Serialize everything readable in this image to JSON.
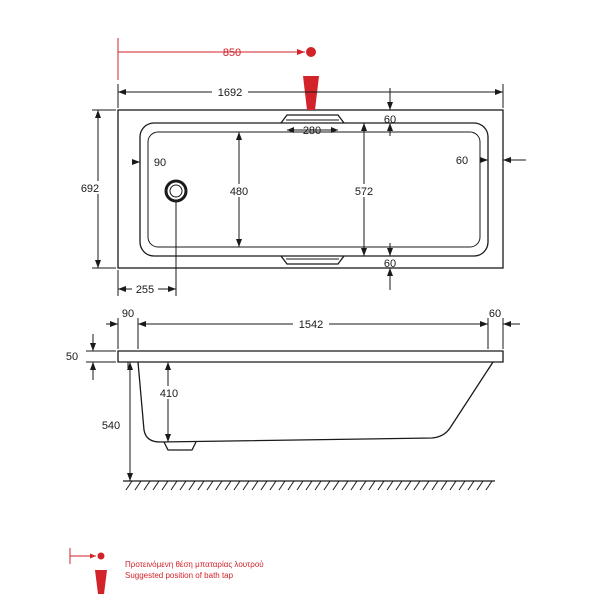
{
  "colors": {
    "accent": "#d2232a",
    "line": "#1a1a1a",
    "background": "#ffffff"
  },
  "top_view": {
    "tap_distance": "850",
    "overall_length": "1692",
    "overall_width": "692",
    "tap_recess_width": "280",
    "rim_top": "60",
    "rim_bottom": "60",
    "rim_right": "60",
    "rim_left": "90",
    "inner_width_left": "480",
    "inner_width_right": "572",
    "drain_offset": "255"
  },
  "side_view": {
    "rim_left": "90",
    "inner_length": "1542",
    "rim_right": "60",
    "rim_thickness": "50",
    "depth": "410",
    "total_height": "540"
  },
  "legend": {
    "greek": "Προτεινόμενη θέση μπαταρίας λουτρού",
    "english": "Suggested position of bath tap"
  }
}
